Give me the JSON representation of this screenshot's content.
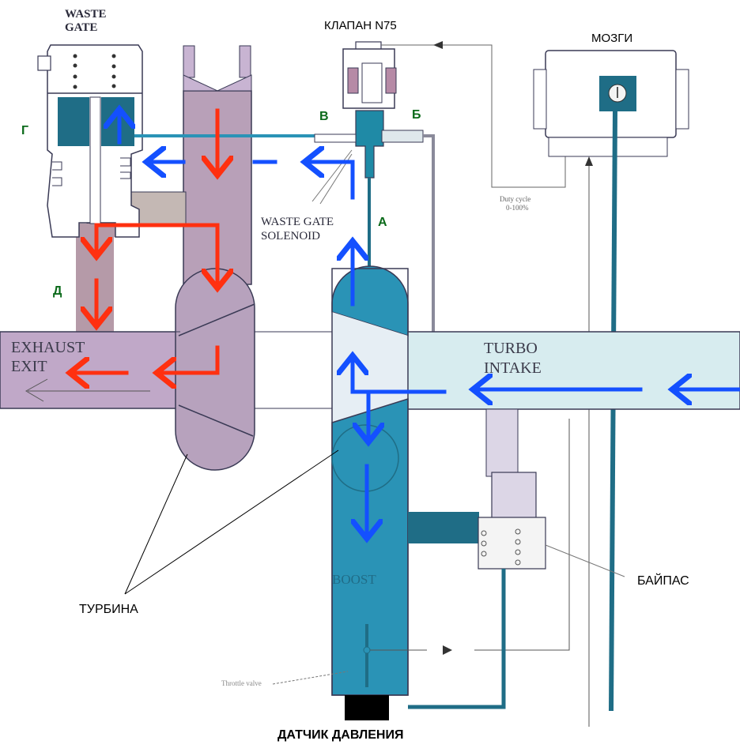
{
  "diagram": {
    "title": "Turbo boost control scheme (wastegate, N75 valve, bypass)",
    "colors": {
      "exhaust_flow": "#ff3010",
      "intake_flow": "#1450ff",
      "port_letter": "#0b6a1a",
      "label_text": "#000000",
      "scan_text": "#2a2a3a",
      "exhaust_fill": "#b8a0b8",
      "exhaust_fill_light": "#c8b4d2",
      "boost_fill": "#2a93b6",
      "boost_dark": "#1f6d86",
      "intake_fill": "#d7ecef",
      "outline": "#3a3a55"
    },
    "labels": {
      "waste_gate": [
        "WASTE",
        "GATE"
      ],
      "valve_n75": "КЛАПАН N75",
      "ecu": "МОЗГИ",
      "waste_gate_solenoid": [
        "WASTE GATE",
        "SOLENOID"
      ],
      "duty_cycle": [
        "Duty cycle",
        "0-100%"
      ],
      "exhaust_exit": [
        "EXHAUST",
        "EXIT"
      ],
      "turbo_intake": [
        "TURBO",
        "INTAKE"
      ],
      "boost": "BOOST",
      "throttle_valve": "Throttle valve",
      "turbine": "ТУРБИНА",
      "bypass": "БАЙПАС",
      "pressure_sensor": "ДАТЧИК ДАВЛЕНИЯ"
    },
    "port_letters": {
      "A": "А",
      "B": "Б",
      "V": "В",
      "G": "Г",
      "D": "Д"
    },
    "flows": [
      {
        "name": "exhaust",
        "color_key": "exhaust_flow",
        "description": "exhaust down through turbine housing and wastegate to exhaust exit"
      },
      {
        "name": "intake",
        "color_key": "intake_flow",
        "description": "air enters turbo intake, compressed to boost side, pressure fed to N75 and wastegate"
      }
    ]
  }
}
